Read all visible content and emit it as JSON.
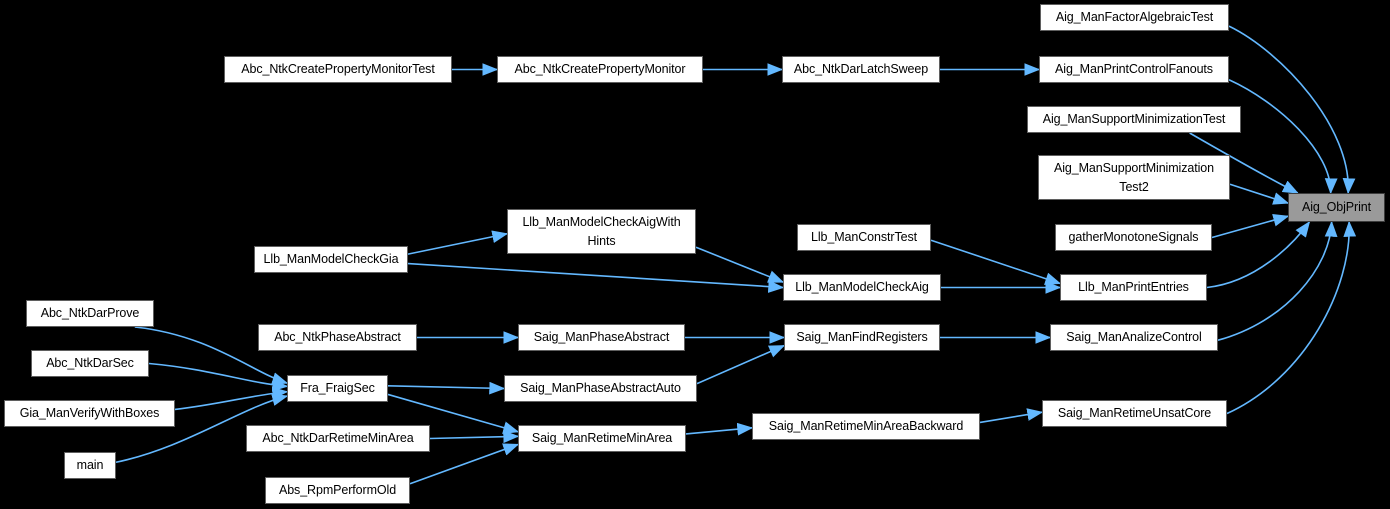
{
  "graph": {
    "type": "caller-graph",
    "current_node": "Aig_ObjPrint",
    "nodes": [
      {
        "id": "Abc_NtkCreatePropertyMonitorTest",
        "label": "Abc_NtkCreatePropertyMonitorTest"
      },
      {
        "id": "Abc_NtkCreatePropertyMonitor",
        "label": "Abc_NtkCreatePropertyMonitor"
      },
      {
        "id": "Abc_NtkDarLatchSweep",
        "label": "Abc_NtkDarLatchSweep"
      },
      {
        "id": "Aig_ManFactorAlgebraicTest",
        "label": "Aig_ManFactorAlgebraicTest"
      },
      {
        "id": "Aig_ManPrintControlFanouts",
        "label": "Aig_ManPrintControlFanouts"
      },
      {
        "id": "Aig_ManSupportMinimizationTest",
        "label": "Aig_ManSupportMinimizationTest"
      },
      {
        "id": "Aig_ManSupportMinimizationTest2",
        "label": "Aig_ManSupportMinimization\nTest2"
      },
      {
        "id": "Aig_ObjPrint",
        "label": "Aig_ObjPrint"
      },
      {
        "id": "Llb_ManModelCheckAigWithHints",
        "label": "Llb_ManModelCheckAigWith\nHints"
      },
      {
        "id": "Llb_ManConstrTest",
        "label": "Llb_ManConstrTest"
      },
      {
        "id": "gatherMonotoneSignals",
        "label": "gatherMonotoneSignals"
      },
      {
        "id": "Llb_ManModelCheckGia",
        "label": "Llb_ManModelCheckGia"
      },
      {
        "id": "Llb_ManModelCheckAig",
        "label": "Llb_ManModelCheckAig"
      },
      {
        "id": "Llb_ManPrintEntries",
        "label": "Llb_ManPrintEntries"
      },
      {
        "id": "Abc_NtkDarProve",
        "label": "Abc_NtkDarProve"
      },
      {
        "id": "Abc_NtkPhaseAbstract",
        "label": "Abc_NtkPhaseAbstract"
      },
      {
        "id": "Saig_ManPhaseAbstract",
        "label": "Saig_ManPhaseAbstract"
      },
      {
        "id": "Saig_ManFindRegisters",
        "label": "Saig_ManFindRegisters"
      },
      {
        "id": "Saig_ManAnalizeControl",
        "label": "Saig_ManAnalizeControl"
      },
      {
        "id": "Abc_NtkDarSec",
        "label": "Abc_NtkDarSec"
      },
      {
        "id": "Fra_FraigSec",
        "label": "Fra_FraigSec"
      },
      {
        "id": "Saig_ManPhaseAbstractAuto",
        "label": "Saig_ManPhaseAbstractAuto"
      },
      {
        "id": "Gia_ManVerifyWithBoxes",
        "label": "Gia_ManVerifyWithBoxes"
      },
      {
        "id": "Saig_ManRetimeUnsatCore",
        "label": "Saig_ManRetimeUnsatCore"
      },
      {
        "id": "Saig_ManRetimeMinAreaBackward",
        "label": "Saig_ManRetimeMinAreaBackward"
      },
      {
        "id": "Abc_NtkDarRetimeMinArea",
        "label": "Abc_NtkDarRetimeMinArea"
      },
      {
        "id": "Saig_ManRetimeMinArea",
        "label": "Saig_ManRetimeMinArea"
      },
      {
        "id": "main",
        "label": "main"
      },
      {
        "id": "Abs_RpmPerformOld",
        "label": "Abs_RpmPerformOld"
      }
    ],
    "edges": [
      {
        "from": "Abc_NtkCreatePropertyMonitorTest",
        "to": "Abc_NtkCreatePropertyMonitor"
      },
      {
        "from": "Abc_NtkCreatePropertyMonitor",
        "to": "Abc_NtkDarLatchSweep"
      },
      {
        "from": "Abc_NtkDarLatchSweep",
        "to": "Aig_ManPrintControlFanouts"
      },
      {
        "from": "Aig_ManFactorAlgebraicTest",
        "to": "Aig_ObjPrint"
      },
      {
        "from": "Aig_ManPrintControlFanouts",
        "to": "Aig_ObjPrint"
      },
      {
        "from": "Aig_ManSupportMinimizationTest",
        "to": "Aig_ObjPrint"
      },
      {
        "from": "Aig_ManSupportMinimizationTest2",
        "to": "Aig_ObjPrint"
      },
      {
        "from": "gatherMonotoneSignals",
        "to": "Aig_ObjPrint"
      },
      {
        "from": "Llb_ManPrintEntries",
        "to": "Aig_ObjPrint"
      },
      {
        "from": "Saig_ManAnalizeControl",
        "to": "Aig_ObjPrint"
      },
      {
        "from": "Saig_ManRetimeUnsatCore",
        "to": "Aig_ObjPrint"
      },
      {
        "from": "Llb_ManModelCheckGia",
        "to": "Llb_ManModelCheckAigWithHints"
      },
      {
        "from": "Llb_ManModelCheckGia",
        "to": "Llb_ManModelCheckAig"
      },
      {
        "from": "Llb_ManModelCheckAigWithHints",
        "to": "Llb_ManModelCheckAig"
      },
      {
        "from": "Llb_ManConstrTest",
        "to": "Llb_ManPrintEntries"
      },
      {
        "from": "Llb_ManModelCheckAig",
        "to": "Llb_ManPrintEntries"
      },
      {
        "from": "Abc_NtkDarProve",
        "to": "Fra_FraigSec"
      },
      {
        "from": "Abc_NtkDarSec",
        "to": "Fra_FraigSec"
      },
      {
        "from": "Gia_ManVerifyWithBoxes",
        "to": "Fra_FraigSec"
      },
      {
        "from": "main",
        "to": "Fra_FraigSec"
      },
      {
        "from": "Abc_NtkPhaseAbstract",
        "to": "Saig_ManPhaseAbstract"
      },
      {
        "from": "Saig_ManPhaseAbstract",
        "to": "Saig_ManFindRegisters"
      },
      {
        "from": "Fra_FraigSec",
        "to": "Saig_ManPhaseAbstractAuto"
      },
      {
        "from": "Fra_FraigSec",
        "to": "Saig_ManRetimeMinArea"
      },
      {
        "from": "Saig_ManPhaseAbstractAuto",
        "to": "Saig_ManFindRegisters"
      },
      {
        "from": "Saig_ManFindRegisters",
        "to": "Saig_ManAnalizeControl"
      },
      {
        "from": "Abc_NtkDarRetimeMinArea",
        "to": "Saig_ManRetimeMinArea"
      },
      {
        "from": "Abs_RpmPerformOld",
        "to": "Saig_ManRetimeMinArea"
      },
      {
        "from": "Saig_ManRetimeMinArea",
        "to": "Saig_ManRetimeMinAreaBackward"
      },
      {
        "from": "Saig_ManRetimeMinAreaBackward",
        "to": "Saig_ManRetimeUnsatCore"
      }
    ]
  },
  "colors": {
    "background": "#000000",
    "edge": "#63b8ff",
    "node_background": "#ffffff",
    "node_border": "#5f5f5f",
    "current_node_background": "#9a9a9a",
    "current_node_border": "#3d3d3d",
    "text": "#000000"
  }
}
